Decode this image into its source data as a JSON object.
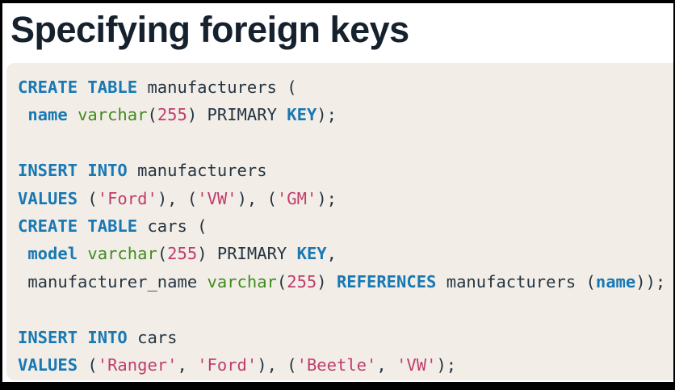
{
  "title": "Specifying foreign keys",
  "colors": {
    "frame": "#000000",
    "page_bg": "#ffffff",
    "title": "#16212e",
    "code_bg": "#f2eee7",
    "code_text": "#243442",
    "keyword_blue": "#1878b4",
    "type_green": "#418a1e",
    "literal_pink": "#bf3d6d"
  },
  "code": {
    "language": "sql",
    "lines": [
      {
        "tokens": [
          {
            "t": "CREATE TABLE",
            "c": "kw"
          },
          {
            "t": " manufacturers (",
            "c": "pl"
          }
        ]
      },
      {
        "tokens": [
          {
            "t": " ",
            "c": "pl"
          },
          {
            "t": "name",
            "c": "kw"
          },
          {
            "t": " ",
            "c": "pl"
          },
          {
            "t": "varchar",
            "c": "ty"
          },
          {
            "t": "(",
            "c": "pl"
          },
          {
            "t": "255",
            "c": "num"
          },
          {
            "t": ") PRIMARY ",
            "c": "pl"
          },
          {
            "t": "KEY",
            "c": "kw"
          },
          {
            "t": ");",
            "c": "pl"
          }
        ]
      },
      {
        "tokens": []
      },
      {
        "tokens": [
          {
            "t": "INSERT INTO",
            "c": "kw"
          },
          {
            "t": " manufacturers",
            "c": "pl"
          }
        ]
      },
      {
        "tokens": [
          {
            "t": "VALUES",
            "c": "kw"
          },
          {
            "t": " (",
            "c": "pl"
          },
          {
            "t": "'Ford'",
            "c": "str"
          },
          {
            "t": "), (",
            "c": "pl"
          },
          {
            "t": "'VW'",
            "c": "str"
          },
          {
            "t": "), (",
            "c": "pl"
          },
          {
            "t": "'GM'",
            "c": "str"
          },
          {
            "t": ");",
            "c": "pl"
          }
        ]
      },
      {
        "tokens": [
          {
            "t": "CREATE TABLE",
            "c": "kw"
          },
          {
            "t": " cars (",
            "c": "pl"
          }
        ]
      },
      {
        "tokens": [
          {
            "t": " ",
            "c": "pl"
          },
          {
            "t": "model",
            "c": "kw"
          },
          {
            "t": " ",
            "c": "pl"
          },
          {
            "t": "varchar",
            "c": "ty"
          },
          {
            "t": "(",
            "c": "pl"
          },
          {
            "t": "255",
            "c": "num"
          },
          {
            "t": ") PRIMARY ",
            "c": "pl"
          },
          {
            "t": "KEY",
            "c": "kw"
          },
          {
            "t": ",",
            "c": "pl"
          }
        ]
      },
      {
        "tokens": [
          {
            "t": " manufacturer_name ",
            "c": "pl"
          },
          {
            "t": "varchar",
            "c": "ty"
          },
          {
            "t": "(",
            "c": "pl"
          },
          {
            "t": "255",
            "c": "num"
          },
          {
            "t": ") ",
            "c": "pl"
          },
          {
            "t": "REFERENCES",
            "c": "kw"
          },
          {
            "t": " manufacturers (",
            "c": "pl"
          },
          {
            "t": "name",
            "c": "kw"
          },
          {
            "t": "));",
            "c": "pl"
          }
        ]
      },
      {
        "tokens": []
      },
      {
        "tokens": [
          {
            "t": "INSERT INTO",
            "c": "kw"
          },
          {
            "t": " cars",
            "c": "pl"
          }
        ]
      },
      {
        "tokens": [
          {
            "t": "VALUES",
            "c": "kw"
          },
          {
            "t": " (",
            "c": "pl"
          },
          {
            "t": "'Ranger'",
            "c": "str"
          },
          {
            "t": ", ",
            "c": "pl"
          },
          {
            "t": "'Ford'",
            "c": "str"
          },
          {
            "t": "), (",
            "c": "pl"
          },
          {
            "t": "'Beetle'",
            "c": "str"
          },
          {
            "t": ", ",
            "c": "pl"
          },
          {
            "t": "'VW'",
            "c": "str"
          },
          {
            "t": ");",
            "c": "pl"
          }
        ]
      }
    ]
  }
}
